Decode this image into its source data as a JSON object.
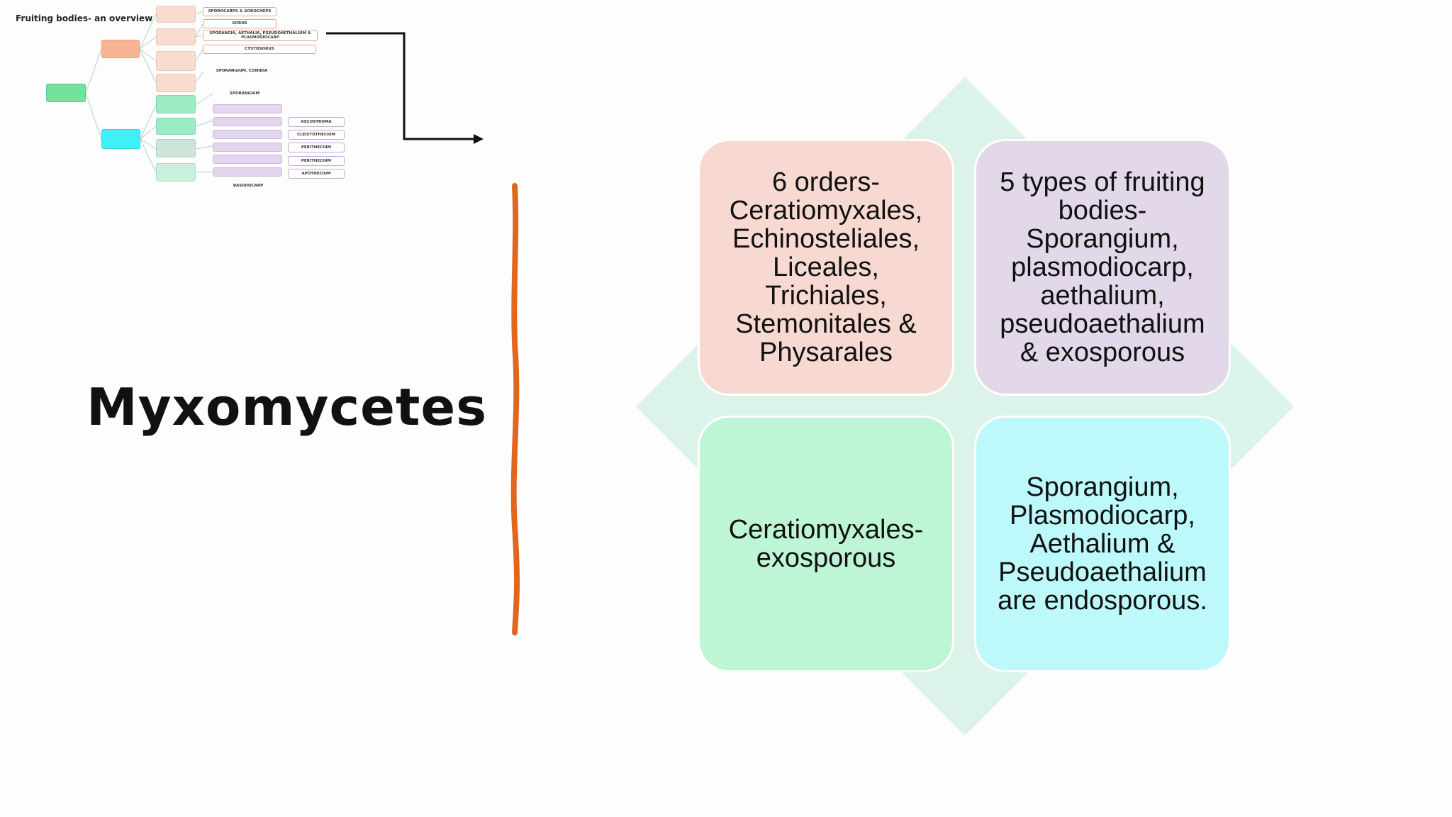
{
  "thumbnail": {
    "title": "Fruiting bodies- an overview",
    "root": "",
    "branch_top": "",
    "branch_bottom": "",
    "col2_top": [
      "",
      "",
      "",
      ""
    ],
    "col2_bottom": [
      "",
      "",
      "",
      "",
      ""
    ],
    "labels_top": [
      "SPOROCARPS & SOROCARPS",
      "SORUS",
      "SPORANGIA, AETHALIA, PSEUDOAETHALIUM & PLASMODIOCARP",
      "CYSTOSORUS",
      "SPORANGIUM, CONIDIA",
      "SPORANGIUM"
    ],
    "classes": [
      "",
      "",
      "",
      "",
      "",
      ""
    ],
    "labels_right": [
      "ASCOSTROMA",
      "CLEISTOTHECIUM",
      "PERITHECIUM",
      "PERITHECIUM",
      "APOTHECIUM"
    ],
    "bottom_label": "BASIDIOCARP"
  },
  "title": "Myxomycetes",
  "quadrants": {
    "top_left": "6 orders- Ceratiomyxales, Echinosteliales, Liceales, Trichiales, Stemonitales & Physarales",
    "top_right": "5 types of fruiting bodies- Sporangium, plasmodiocarp, aethalium, pseudoaethalium & exosporous",
    "bottom_left": "Ceratiomyxales- exosporous",
    "bottom_right": "Sporangium, Plasmodiocarp, Aethalium & Pseudoaethalium are endosporous."
  },
  "colors": {
    "top_left_fill": "#f8d9d2",
    "top_right_fill": "#e2d8e9",
    "bottom_left_fill": "#bef6d5",
    "bottom_right_fill": "#bdf9fb",
    "diamond_fill": "#dcf3ea",
    "divider_line": "#e2661d"
  }
}
